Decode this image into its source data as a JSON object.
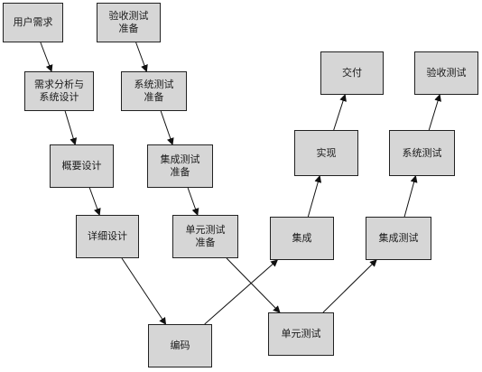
{
  "diagram": {
    "nodes": {
      "user_needs": [
        "用户需求"
      ],
      "acceptance_prep": [
        "验收测试",
        "准备"
      ],
      "req_analysis": [
        "需求分析与",
        "系统设计"
      ],
      "system_test_prep": [
        "系统测试",
        "准备"
      ],
      "outline_design": [
        "概要设计"
      ],
      "integration_test_prep": [
        "集成测试",
        "准备"
      ],
      "detailed_design": [
        "详细设计"
      ],
      "unit_test_prep": [
        "单元测试",
        "准备"
      ],
      "coding": [
        "编码"
      ],
      "unit_test": [
        "单元测试"
      ],
      "integration": [
        "集成"
      ],
      "integration_test": [
        "集成测试"
      ],
      "implementation": [
        "实现"
      ],
      "system_test": [
        "系统测试"
      ],
      "delivery": [
        "交付"
      ],
      "acceptance_test": [
        "验收测试"
      ]
    },
    "edges": [
      [
        "user_needs",
        "req_analysis"
      ],
      [
        "acceptance_prep",
        "system_test_prep"
      ],
      [
        "req_analysis",
        "outline_design"
      ],
      [
        "system_test_prep",
        "integration_test_prep"
      ],
      [
        "outline_design",
        "detailed_design"
      ],
      [
        "integration_test_prep",
        "unit_test_prep"
      ],
      [
        "detailed_design",
        "coding"
      ],
      [
        "coding",
        "integration"
      ],
      [
        "unit_test_prep",
        "unit_test"
      ],
      [
        "unit_test",
        "integration_test"
      ],
      [
        "integration",
        "implementation"
      ],
      [
        "implementation",
        "delivery"
      ],
      [
        "integration_test",
        "system_test"
      ],
      [
        "system_test",
        "acceptance_test"
      ]
    ]
  }
}
